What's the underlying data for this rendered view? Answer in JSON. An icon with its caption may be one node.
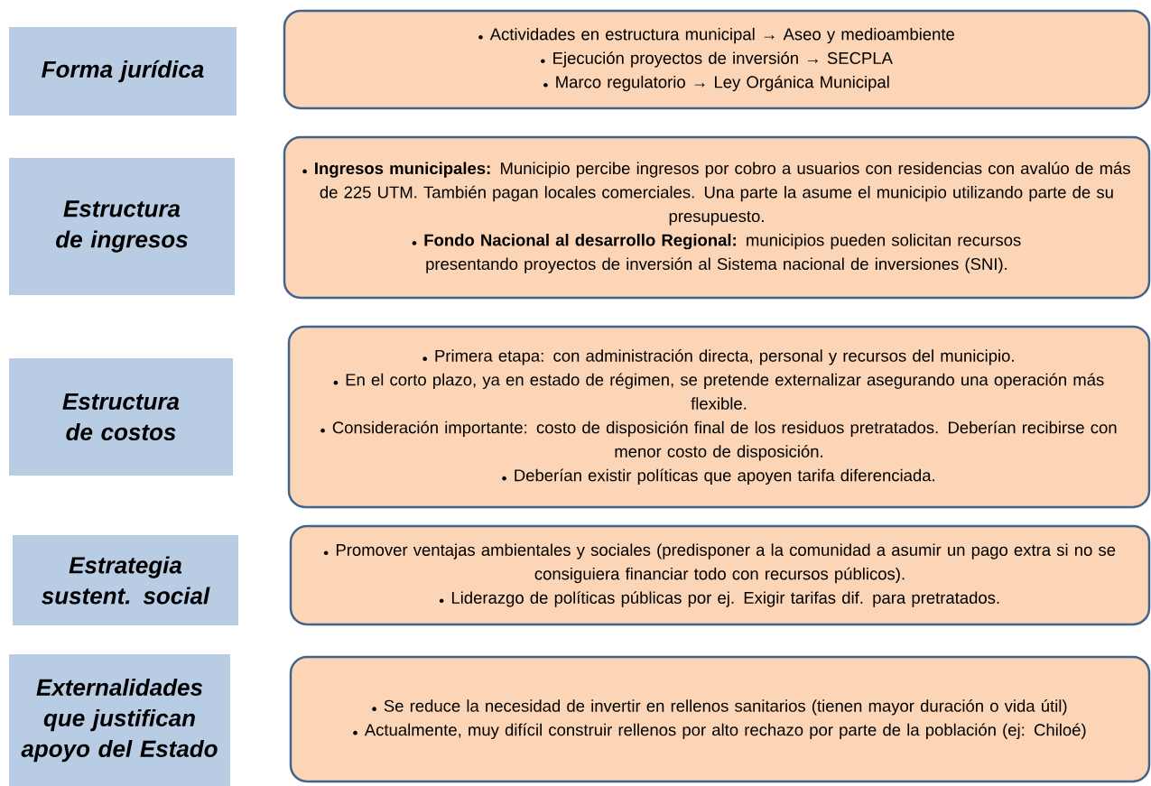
{
  "diagram": {
    "nodes": [
      {
        "text": [
          "Forma jurídica"
        ]
      },
      {
        "text": [
          "Actividades en estructura municipal → Aseo y medioambiente",
          "Ejecución proyectos de inversión → SECPLA",
          "Marco regulatorio → Ley Orgánica Municipal"
        ]
      },
      {
        "text": [
          "Estructura de ingresos"
        ]
      },
      {
        "text": [
          "**Ingresos municipales:** Municipio percibe ingresos por cobro a usuarios con residencias con avalúo de más de 225 UTM. También pagan locales comerciales. Una parte la asume el municipio utilizando parte de su presupuesto.",
          "**Fondo Nacional al desarrollo Regional:** municipios pueden solicitan recursos presentando proyectos de inversión al Sistema nacional de inversiones (SNI)."
        ]
      },
      {
        "text": [
          "Estructura de costos"
        ]
      },
      {
        "text": [
          "Primera etapa: con administración directa, personal y recursos del municipio.",
          "En el corto plazo, ya en estado de régimen, se pretende externalizar asegurando una operación más flexible.",
          "Consideración importante: costo de disposición final de los residuos pretratados. Deberían recibirse con menor costo de disposición.",
          "Deberían existir políticas que apoyen tarifa diferenciada."
        ]
      },
      {
        "text": [
          "Estrategia sustent. social"
        ]
      },
      {
        "text": [
          "Promover ventajas ambientales y sociales (predisponer a la comunidad a asumir un pago extra si no se consiguiera financiar todo con recursos públicos).",
          "Liderazgo de políticas públicas por ej. Exigir tarifas dif. para pretratados."
        ]
      },
      {
        "text": [
          "Externalidades que justifican apoyo del Estado"
        ]
      },
      {
        "text": [
          "Se reduce la necesidad de invertir en rellenos sanitarios (tienen mayor duración o vida útil)",
          "Actualmente, muy difícil construir rellenos por alto rechazo por parte de la población (ej: Chiloé)"
        ]
      }
    ]
  }
}
